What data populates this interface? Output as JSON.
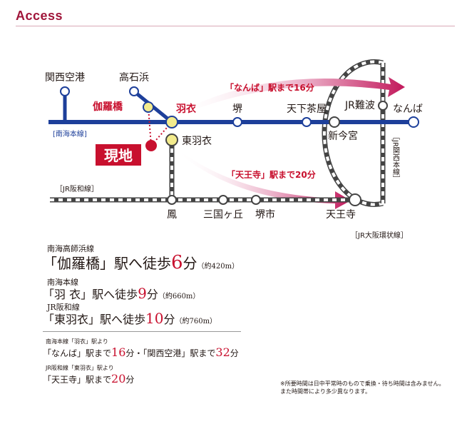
{
  "header": {
    "title": "Access"
  },
  "map": {
    "stations": {
      "kansai_airport": "関西空港",
      "takaishi": "高石浜",
      "kyaragi": "伽羅橋",
      "hagoromo": "羽衣",
      "sakai": "堺",
      "tengachaya": "天下茶屋",
      "jr_namba": "JR難波",
      "namba": "なんば",
      "shin_imamiya": "新今宮",
      "higashi_hagoromo": "東羽衣",
      "otori": "鳳",
      "mikunigaoka": "三国ヶ丘",
      "sakaishi": "堺市",
      "tennoji": "天王寺"
    },
    "lines": {
      "nankai_main": "[南海本線]",
      "jr_hanwa": "［JR阪和線］",
      "jr_kansai": "［JR関西本線］",
      "jr_loop": "［JR大阪環状線］"
    },
    "current_location": "現地",
    "route_namba": "「なんば」駅まで16分",
    "route_tennoji": "「天王寺」駅まで20分",
    "colors": {
      "nankai": "#1d3f9a",
      "accent": "#c8102e",
      "station_yellow": "#f3eb8c"
    }
  },
  "access": {
    "kyaragi_line": "南海高師浜線",
    "kyaragi_pre": "「伽羅橋」駅へ徒歩",
    "kyaragi_min": "6",
    "kyaragi_unit": "分",
    "kyaragi_dist": "（約420m）",
    "hagoromo_line": "南海本線",
    "hagoromo_pre": "「羽 衣」駅へ徒歩",
    "hagoromo_min": "9",
    "hagoromo_unit": "分",
    "hagoromo_dist": "（約660m）",
    "higashi_line": "JR阪和線",
    "higashi_pre": "「東羽衣」駅へ徒歩",
    "higashi_min": "10",
    "higashi_unit": "分",
    "higashi_dist": "（約760m）"
  },
  "transit": {
    "from_hagoromo": "南海本線「羽衣」駅より",
    "namba_pre": "「なんば」駅まで",
    "namba_min": "16",
    "mid": "分・「関西空港」駅まで",
    "airport_min": "32",
    "unit": "分",
    "from_higashi": "JR阪和線「東羽衣」駅より",
    "tennoji_pre": "「天王寺」駅まで",
    "tennoji_min": "20",
    "unit2": "分"
  },
  "notes": {
    "line1": "※所要時間は日中平常時のもので乗換・待ち時間は含みません。",
    "line2": "また時間帯により多少異なります。"
  }
}
